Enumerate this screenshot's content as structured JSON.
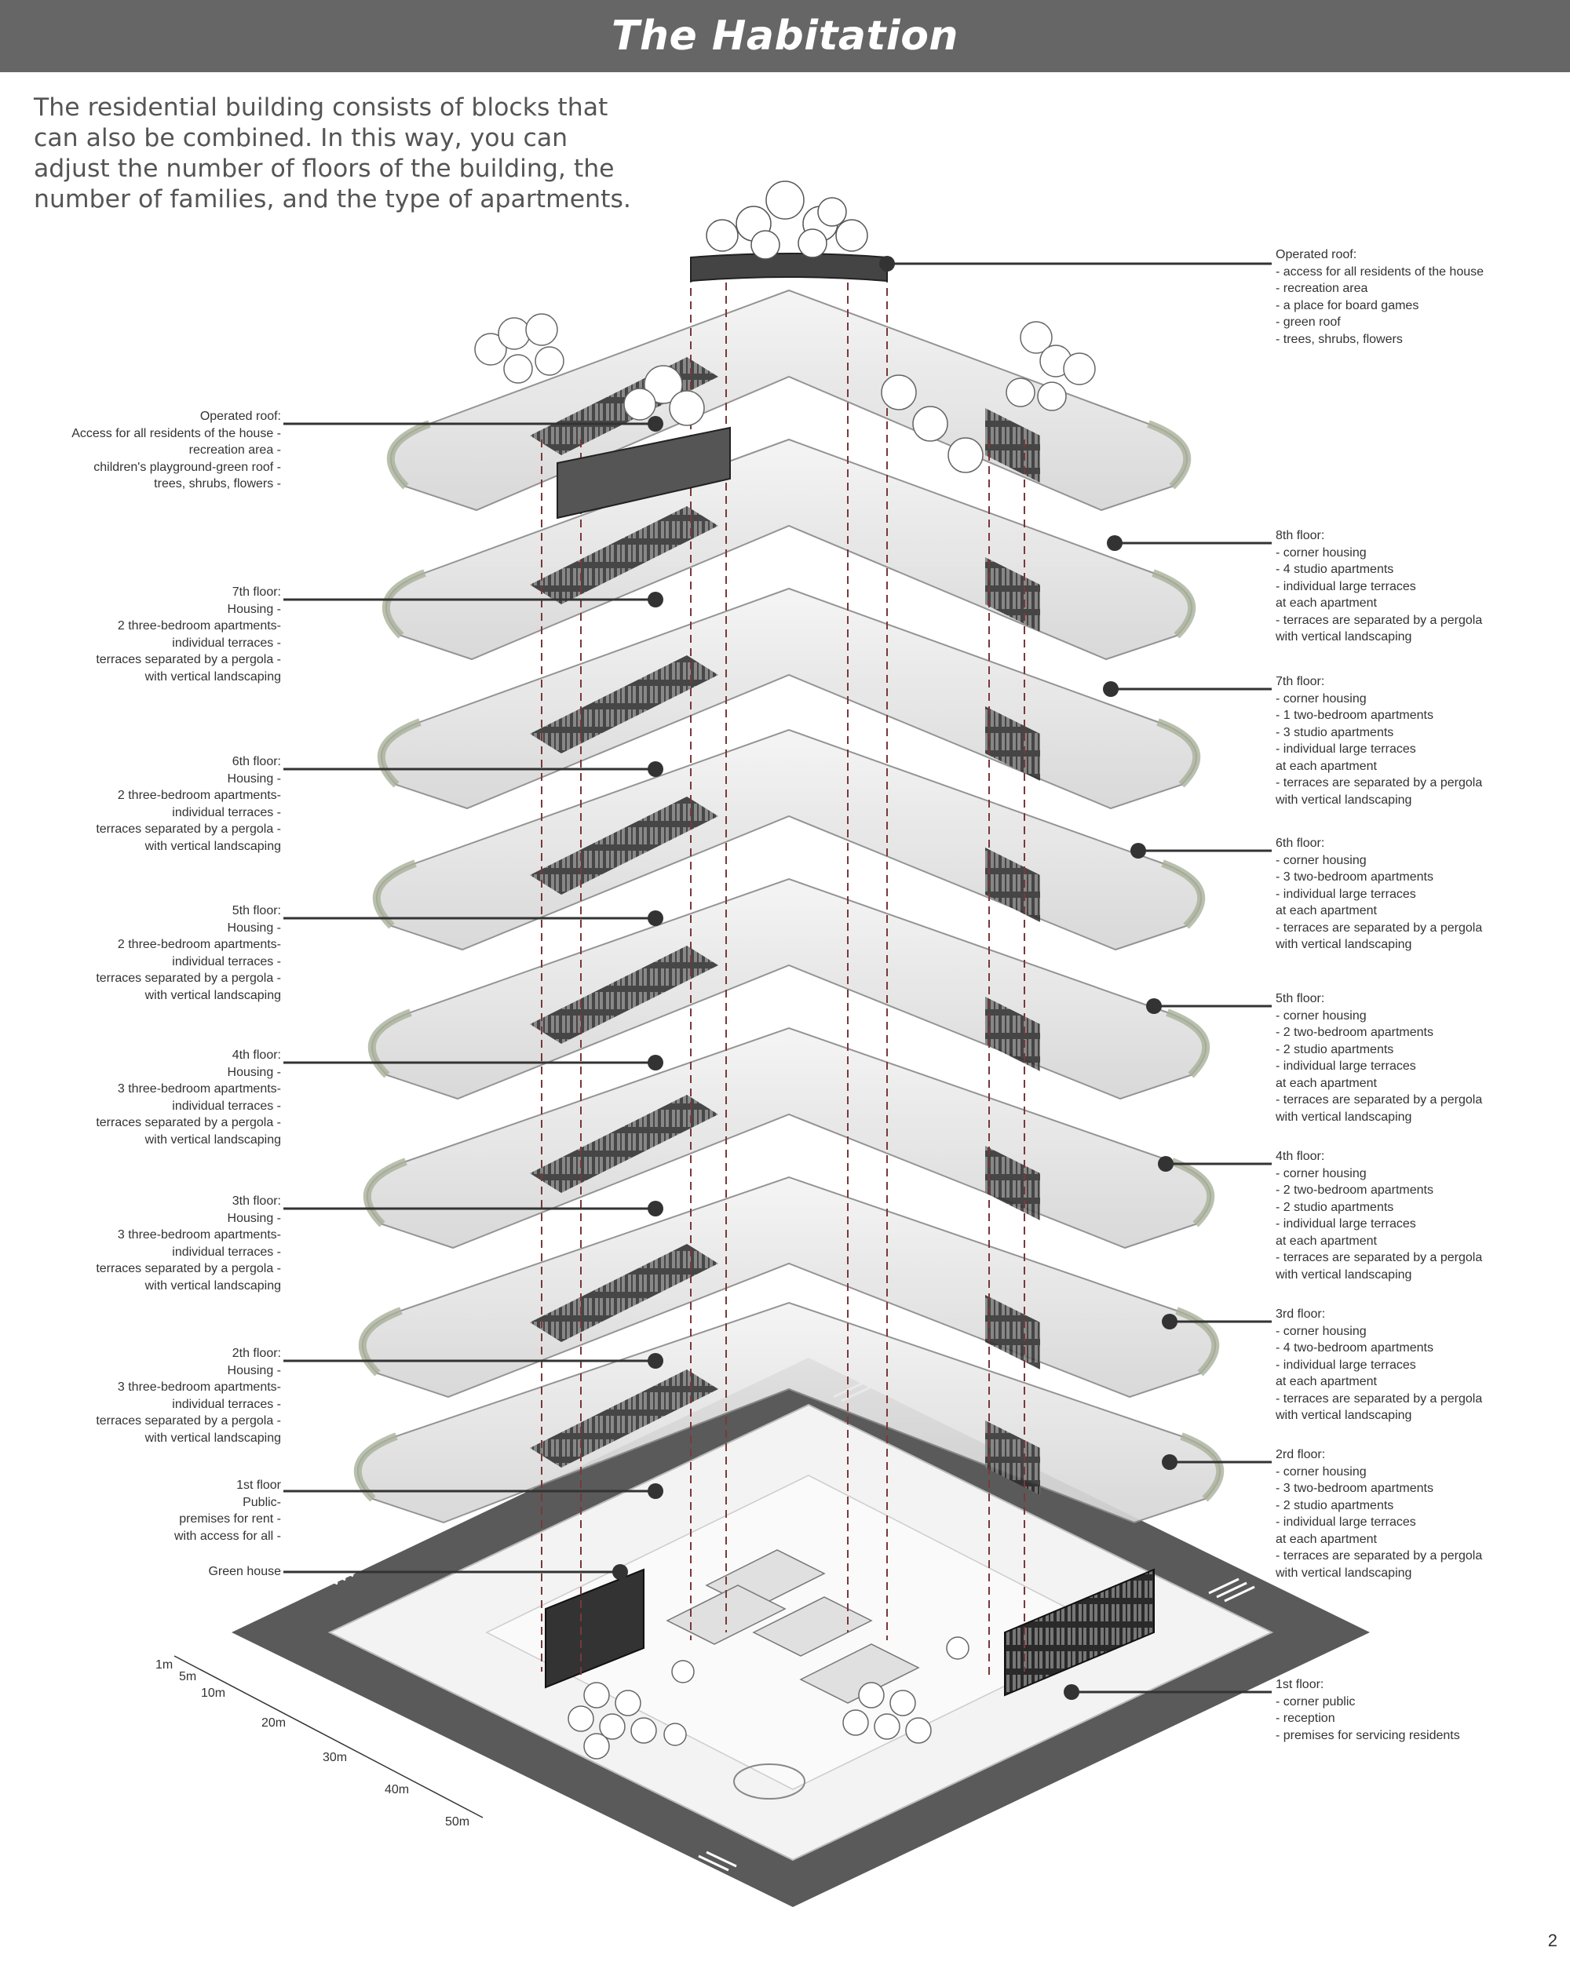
{
  "title": "The Habitation",
  "intro_lines": [
    "The residential building consists of blocks that",
    "can also be combined. In this way, you can",
    "adjust the number of floors of the building, the",
    "number of families, and the type of apartments."
  ],
  "left_annotations": [
    {
      "lines": [
        "Operated roof:",
        "Access for all residents of the house -",
        "recreation area -",
        "children's playground-green roof -",
        "trees, shrubs, flowers -"
      ]
    },
    {
      "lines": [
        "7th floor:",
        "Housing -",
        "2 three-bedroom apartments-",
        "individual terraces -",
        "terraces separated by a pergola -",
        "with vertical landscaping"
      ]
    },
    {
      "lines": [
        "6th floor:",
        "Housing -",
        "2 three-bedroom apartments-",
        "individual terraces -",
        "terraces separated by a pergola -",
        "with vertical landscaping"
      ]
    },
    {
      "lines": [
        "5th floor:",
        "Housing -",
        "2 three-bedroom apartments-",
        "individual terraces -",
        "terraces separated by a pergola -",
        "with vertical landscaping"
      ]
    },
    {
      "lines": [
        "4th floor:",
        "Housing -",
        "3 three-bedroom apartments-",
        "individual terraces -",
        "terraces separated by a pergola -",
        "with vertical landscaping"
      ]
    },
    {
      "lines": [
        "3th floor:",
        "Housing -",
        "3 three-bedroom apartments-",
        "individual terraces -",
        "terraces separated by a pergola -",
        "with vertical landscaping"
      ]
    },
    {
      "lines": [
        "2th floor:",
        "Housing -",
        "3 three-bedroom apartments-",
        "individual terraces -",
        "terraces separated by a pergola -",
        "with vertical landscaping"
      ]
    },
    {
      "lines": [
        "1st floor",
        "Public-",
        "premises for rent -",
        "with access for all -"
      ]
    },
    {
      "lines": [
        "Green house"
      ]
    }
  ],
  "right_annotations": [
    {
      "lines": [
        "Operated roof:",
        "- access for all residents of the house",
        "- recreation area",
        "- a place for board games",
        "- green roof",
        "- trees, shrubs, flowers"
      ]
    },
    {
      "lines": [
        "8th floor:",
        "- corner housing",
        "- 4 studio apartments",
        "- individual large terraces",
        "at each apartment",
        "- terraces are separated by a pergola",
        "with vertical landscaping"
      ]
    },
    {
      "lines": [
        "7th floor:",
        "- corner housing",
        "- 1 two-bedroom apartments",
        "- 3 studio apartments",
        "- individual large terraces",
        "at each apartment",
        "- terraces are separated by a pergola",
        "with vertical landscaping"
      ]
    },
    {
      "lines": [
        "6th floor:",
        "- corner housing",
        "- 3 two-bedroom apartments",
        "- individual large terraces",
        "at each apartment",
        "- terraces are separated by a pergola",
        "with vertical landscaping"
      ]
    },
    {
      "lines": [
        "5th floor:",
        "- corner housing",
        "- 2 two-bedroom apartments",
        "- 2 studio apartments",
        "- individual large terraces",
        "at each apartment",
        "- terraces are separated by a pergola",
        "with vertical landscaping"
      ]
    },
    {
      "lines": [
        "4th floor:",
        "- corner housing",
        "- 2 two-bedroom apartments",
        "- 2 studio apartments",
        "- individual large terraces",
        "at each apartment",
        "- terraces are separated by a pergola",
        "with vertical landscaping"
      ]
    },
    {
      "lines": [
        "3rd floor:",
        "- corner housing",
        "- 4 two-bedroom apartments",
        "- individual large terraces",
        " at each apartment",
        "- terraces are separated by a pergola",
        "with vertical landscaping"
      ]
    },
    {
      "lines": [
        "2rd floor:",
        "- corner housing",
        "- 3 two-bedroom apartments",
        "- 2 studio apartments",
        "- individual large terraces",
        "at each apartment",
        "- terraces are separated by a pergola",
        "with vertical landscaping"
      ]
    },
    {
      "lines": [
        "1st floor:",
        "- corner public",
        "- reception",
        "- premises for servicing residents"
      ]
    }
  ],
  "scale_labels": [
    "1m",
    "5m",
    "10m",
    "20m",
    "30m",
    "40m",
    "50m"
  ],
  "page_number": "2",
  "colors": {
    "header": "#666666",
    "leader": "#333333",
    "terrace_green": "#a9b09a",
    "road": "#555555",
    "dashed_axis": "#7a3838"
  }
}
